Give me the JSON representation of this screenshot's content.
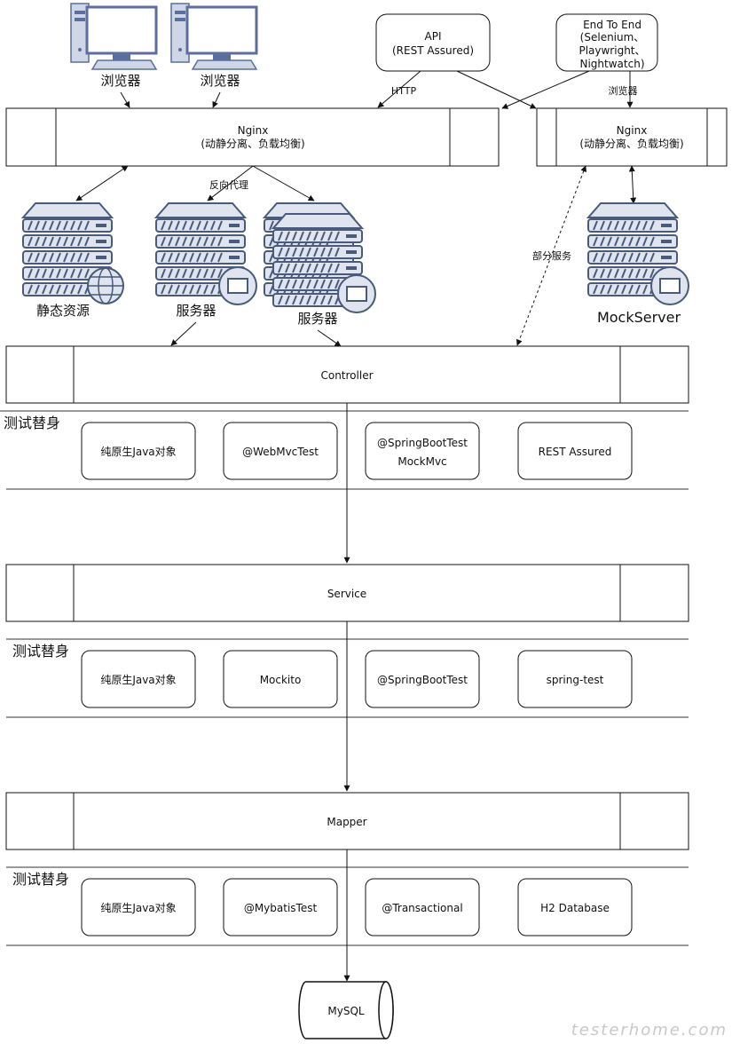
{
  "clients": {
    "browser1_label": "浏览器",
    "browser2_label": "浏览器",
    "api_title": "API",
    "api_sub": "(REST Assured)",
    "e2e_line1": "End To End",
    "e2e_line2": "(Selenium、",
    "e2e_line3": "Playwright、",
    "e2e_line4": "Nightwatch)"
  },
  "edges": {
    "http": "HTTP",
    "browser": "浏览器",
    "reverse_proxy": "反向代理",
    "partial_service": "部分服务"
  },
  "nginx_main": {
    "title": "Nginx",
    "subtitle": "(动静分离、负载均衡)"
  },
  "nginx_mock": {
    "title": "Nginx",
    "subtitle": "(动静分离、负载均衡)"
  },
  "servers": {
    "static": "静态资源",
    "server1": "服务器",
    "server2": "服务器",
    "mock": "MockServer"
  },
  "layers": {
    "controller": {
      "title": "Controller",
      "doubles_label": "测试替身",
      "doubles": [
        "纯原生Java对象",
        "@WebMvcTest",
        "@SpringBootTest",
        "REST Assured"
      ],
      "doubles_extra": "MockMvc"
    },
    "service": {
      "title": "Service",
      "doubles_label": "测试替身",
      "doubles": [
        "纯原生Java对象",
        "Mockito",
        "@SpringBootTest",
        "spring-test"
      ]
    },
    "mapper": {
      "title": "Mapper",
      "doubles_label": "测试替身",
      "doubles": [
        "纯原生Java对象",
        "@MybatisTest",
        "@Transactional",
        "H2 Database"
      ]
    }
  },
  "database": "MySQL",
  "watermark": "testerhome.com",
  "colors": {
    "server_light": "#dfe4ef",
    "server_dark": "#4a5a7a",
    "monitor_frame": "#5c6e9e",
    "monitor_screen": "#ffffff"
  }
}
